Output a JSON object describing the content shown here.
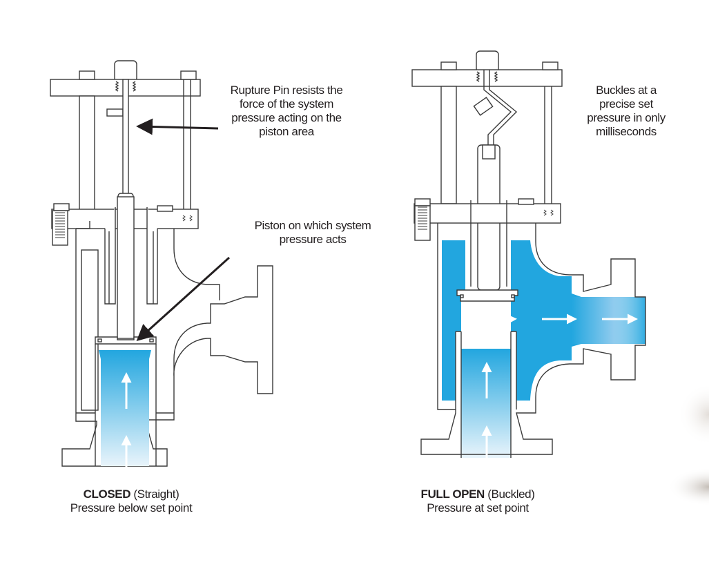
{
  "colors": {
    "fluid": "#22a6df",
    "line": "#3a3a3a",
    "arrow": "#231f20",
    "text": "#231f20"
  },
  "callouts": {
    "rupture_pin": [
      "Rupture Pin resists the",
      "force of the system",
      "pressure acting on the",
      "piston area"
    ],
    "piston": [
      "Piston on which system",
      "pressure acts"
    ],
    "buckles": [
      "Buckles at a",
      "precise set",
      "pressure in only",
      "milliseconds"
    ]
  },
  "captions": {
    "closed": {
      "state": "CLOSED",
      "condition": "(Straight)",
      "detail": "Pressure below set point"
    },
    "open": {
      "state": "FULL OPEN",
      "condition": "(Buckled)",
      "detail": "Pressure at set point"
    }
  },
  "icons": {
    "flow_arrow": "flow-arrow-icon",
    "pointer_arrow": "pointer-arrow-icon"
  }
}
